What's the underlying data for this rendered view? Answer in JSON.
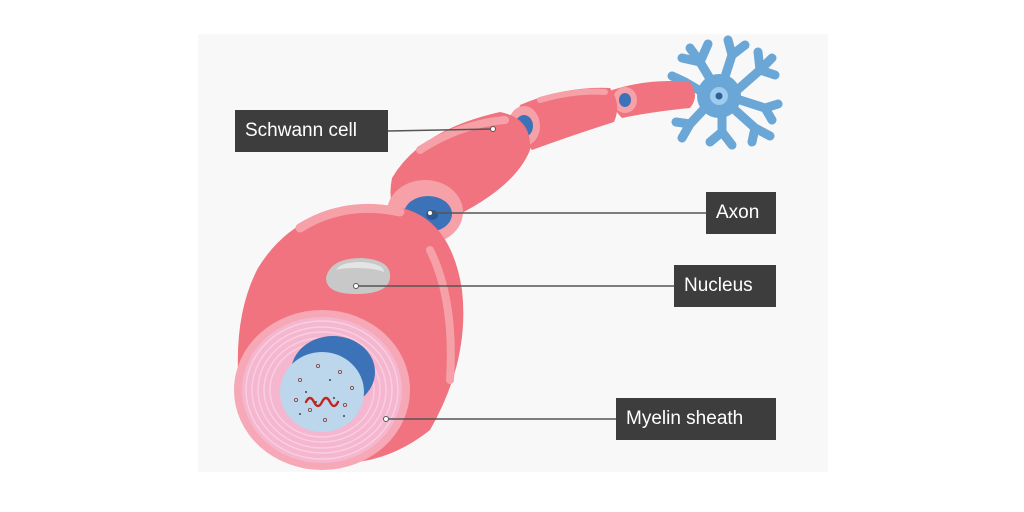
{
  "labels": {
    "schwann_cell": "Schwann cell",
    "axon": "Axon",
    "nucleus": "Nucleus",
    "myelin_sheath": "Myelin sheath"
  },
  "colors": {
    "background_panel": "#f8f8f8",
    "schwann_pink": "#f0737f",
    "schwann_light": "#f6a0a8",
    "myelin_inner": "#f5b6cf",
    "axon_blue": "#3c72b8",
    "axoplasm": "#bcd7ec",
    "nucleus_grey": "#c8c8c8",
    "neuron_blue": "#6aa6d6",
    "label_bg": "#3d3d3d",
    "label_text": "#ffffff",
    "leader_line": "#555555"
  }
}
